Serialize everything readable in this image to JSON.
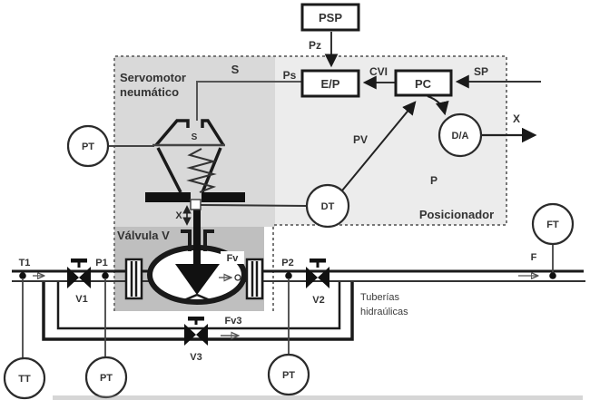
{
  "colors": {
    "background": "#ffffff",
    "positioner_bg": "#ececec",
    "servo_bg": "#d9d9d9",
    "valve_bg": "#bfbfbf",
    "ink": "#1a1a1a",
    "line": "#444444",
    "label": "#333333",
    "dash": "#777777"
  },
  "blocks": {
    "psp": "PSP",
    "ep": "E/P",
    "pc": "PC"
  },
  "instruments": {
    "pt_top": "PT",
    "dt": "DT",
    "da": "D/A",
    "ft": "FT",
    "tt": "TT",
    "pt_left": "PT",
    "pt_right": "PT"
  },
  "signals": {
    "pz": "Pz",
    "ps": "Ps",
    "cvi": "CVI",
    "sp": "SP",
    "pv": "PV",
    "x_output": "X",
    "x_travel": "X",
    "p": "P",
    "s_servo": "S",
    "s_stem": "S",
    "fv": "Fv",
    "fv3": "Fv3"
  },
  "regions": {
    "servo_line1": "Servomotor",
    "servo_line2": "neumático",
    "positioner": "Posicionador",
    "valve": "Válvula V"
  },
  "piping": {
    "t1": "T1",
    "p1": "P1",
    "p2": "P2",
    "f": "F",
    "v1": "V1",
    "v2": "V2",
    "v3": "V3",
    "tuberias_line1": "Tuberías",
    "tuberias_line2": "hidraúlicas"
  }
}
